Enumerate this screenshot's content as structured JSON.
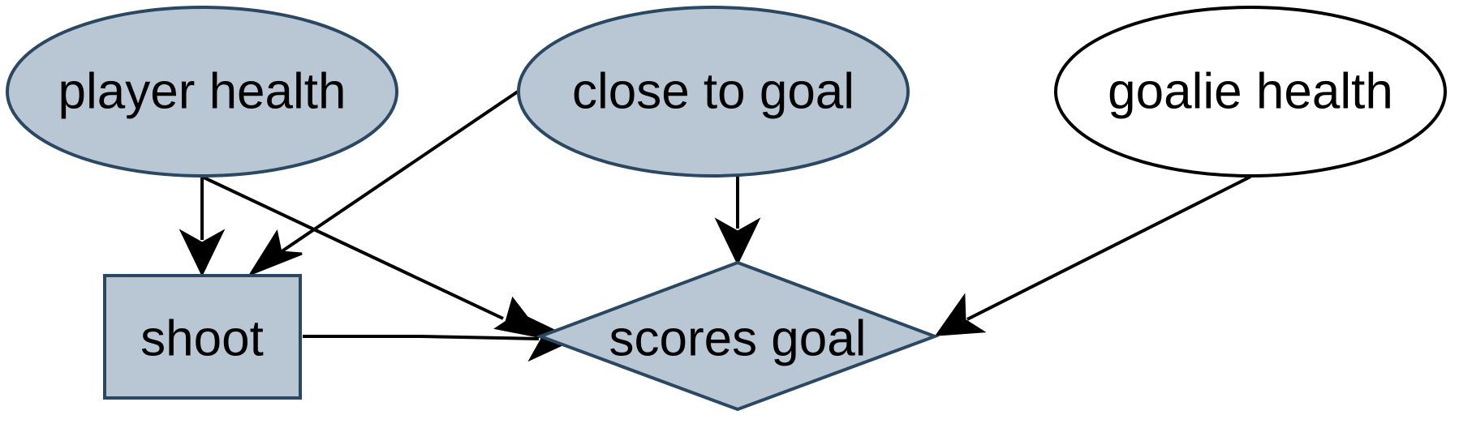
{
  "diagram": {
    "colors": {
      "decision_fill": "#b8c7d3",
      "decision_stroke": "#2b4863",
      "chance_fill": "#b8c7d3",
      "chance_stroke": "#2b4863",
      "utility_fill": "#b8c7d3",
      "utility_stroke": "#2b4863",
      "unobserved_fill": "#ffffff",
      "unobserved_stroke": "#000000",
      "edge": "#000000"
    },
    "nodes": {
      "player_health": {
        "label": "player health",
        "shape": "ellipse",
        "style": "observed"
      },
      "close_to_goal": {
        "label": "close to goal",
        "shape": "ellipse",
        "style": "observed"
      },
      "goalie_health": {
        "label": "goalie health",
        "shape": "ellipse",
        "style": "unobserved"
      },
      "shoot": {
        "label": "shoot",
        "shape": "rectangle",
        "style": "decision"
      },
      "scores_goal": {
        "label": "scores goal",
        "shape": "diamond",
        "style": "utility"
      }
    },
    "edges": [
      {
        "from": "player health",
        "to": "shoot"
      },
      {
        "from": "player health",
        "to": "scores goal"
      },
      {
        "from": "close to goal",
        "to": "shoot"
      },
      {
        "from": "close to goal",
        "to": "scores goal"
      },
      {
        "from": "goalie health",
        "to": "scores goal"
      },
      {
        "from": "shoot",
        "to": "scores goal"
      }
    ]
  }
}
